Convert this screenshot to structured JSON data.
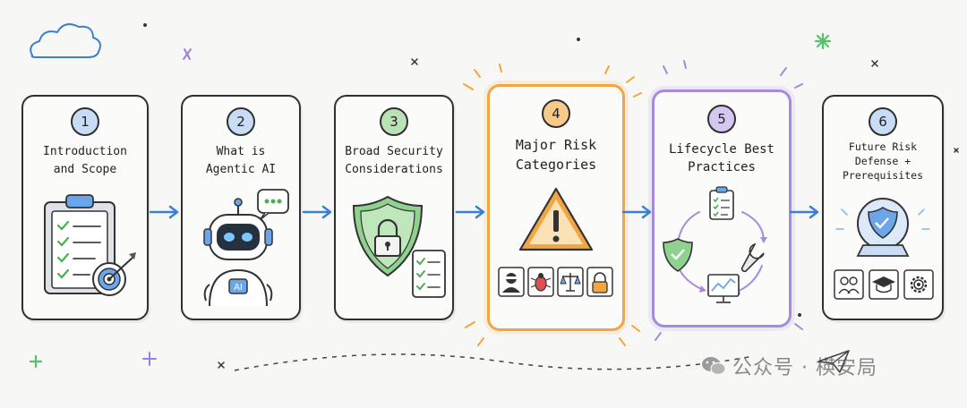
{
  "steps": [
    {
      "num": "1",
      "title": "Introduction\nand Scope"
    },
    {
      "num": "2",
      "title": "What is\nAgentic AI"
    },
    {
      "num": "3",
      "title": "Broad Security\nConsiderations"
    },
    {
      "num": "4",
      "title": "Major Risk\nCategories"
    },
    {
      "num": "5",
      "title": "Lifecycle Best\nPractices"
    },
    {
      "num": "6",
      "title": "Future Risk\nDefense +\nPrerequisites"
    }
  ],
  "illustrations": {
    "robot_badge": "AI"
  },
  "watermark": {
    "text": "公众号 · 楧安局"
  },
  "colors": {
    "step1": "#6aa6e8",
    "step2": "#6aa6e8",
    "step3": "#8fd18f",
    "step4": "#f2a541",
    "step5": "#a78bdb",
    "step6": "#6aa6e8",
    "arrow": "#3b7fd4"
  }
}
